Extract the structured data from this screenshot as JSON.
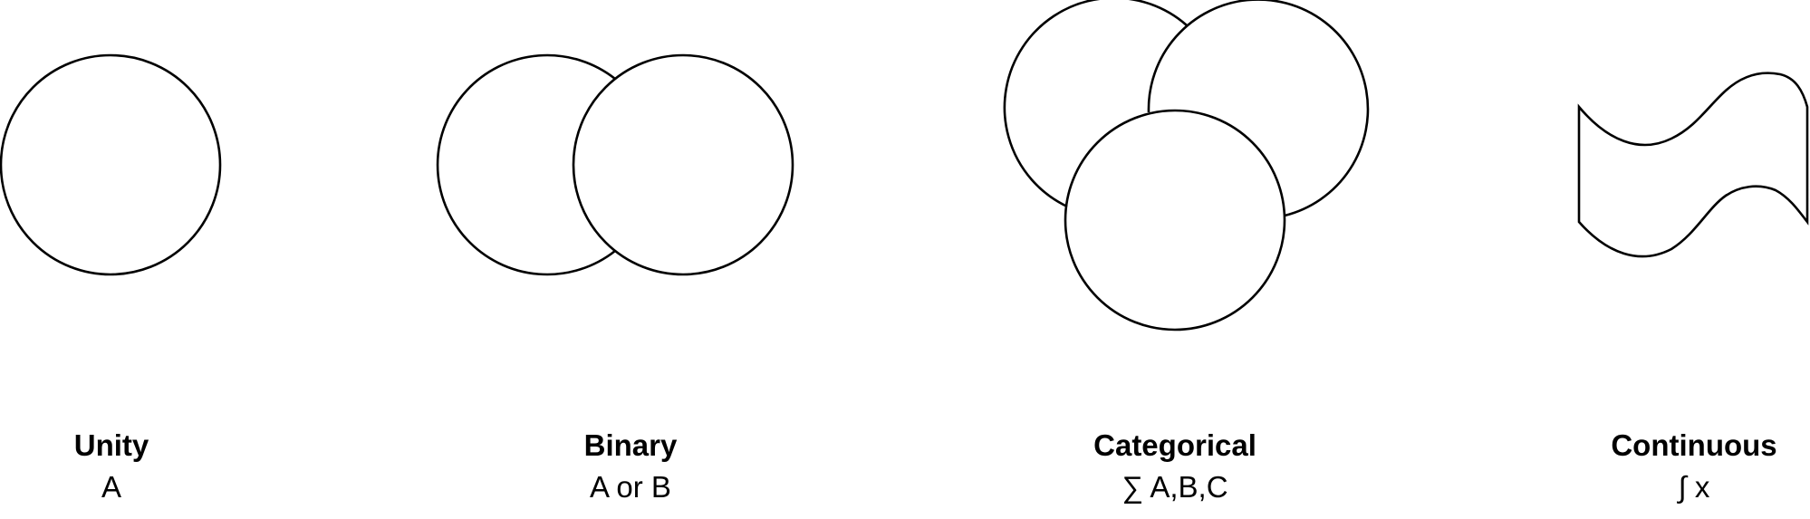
{
  "stroke_color": "#000000",
  "panels": [
    {
      "id": "unity",
      "name": "Unity",
      "formula": "A"
    },
    {
      "id": "binary",
      "name": "Binary",
      "formula": "A or B"
    },
    {
      "id": "categorical",
      "name": "Categorical",
      "formula": "∑ A,B,C"
    },
    {
      "id": "continuous",
      "name": "Continuous",
      "formula": "∫ x"
    }
  ]
}
